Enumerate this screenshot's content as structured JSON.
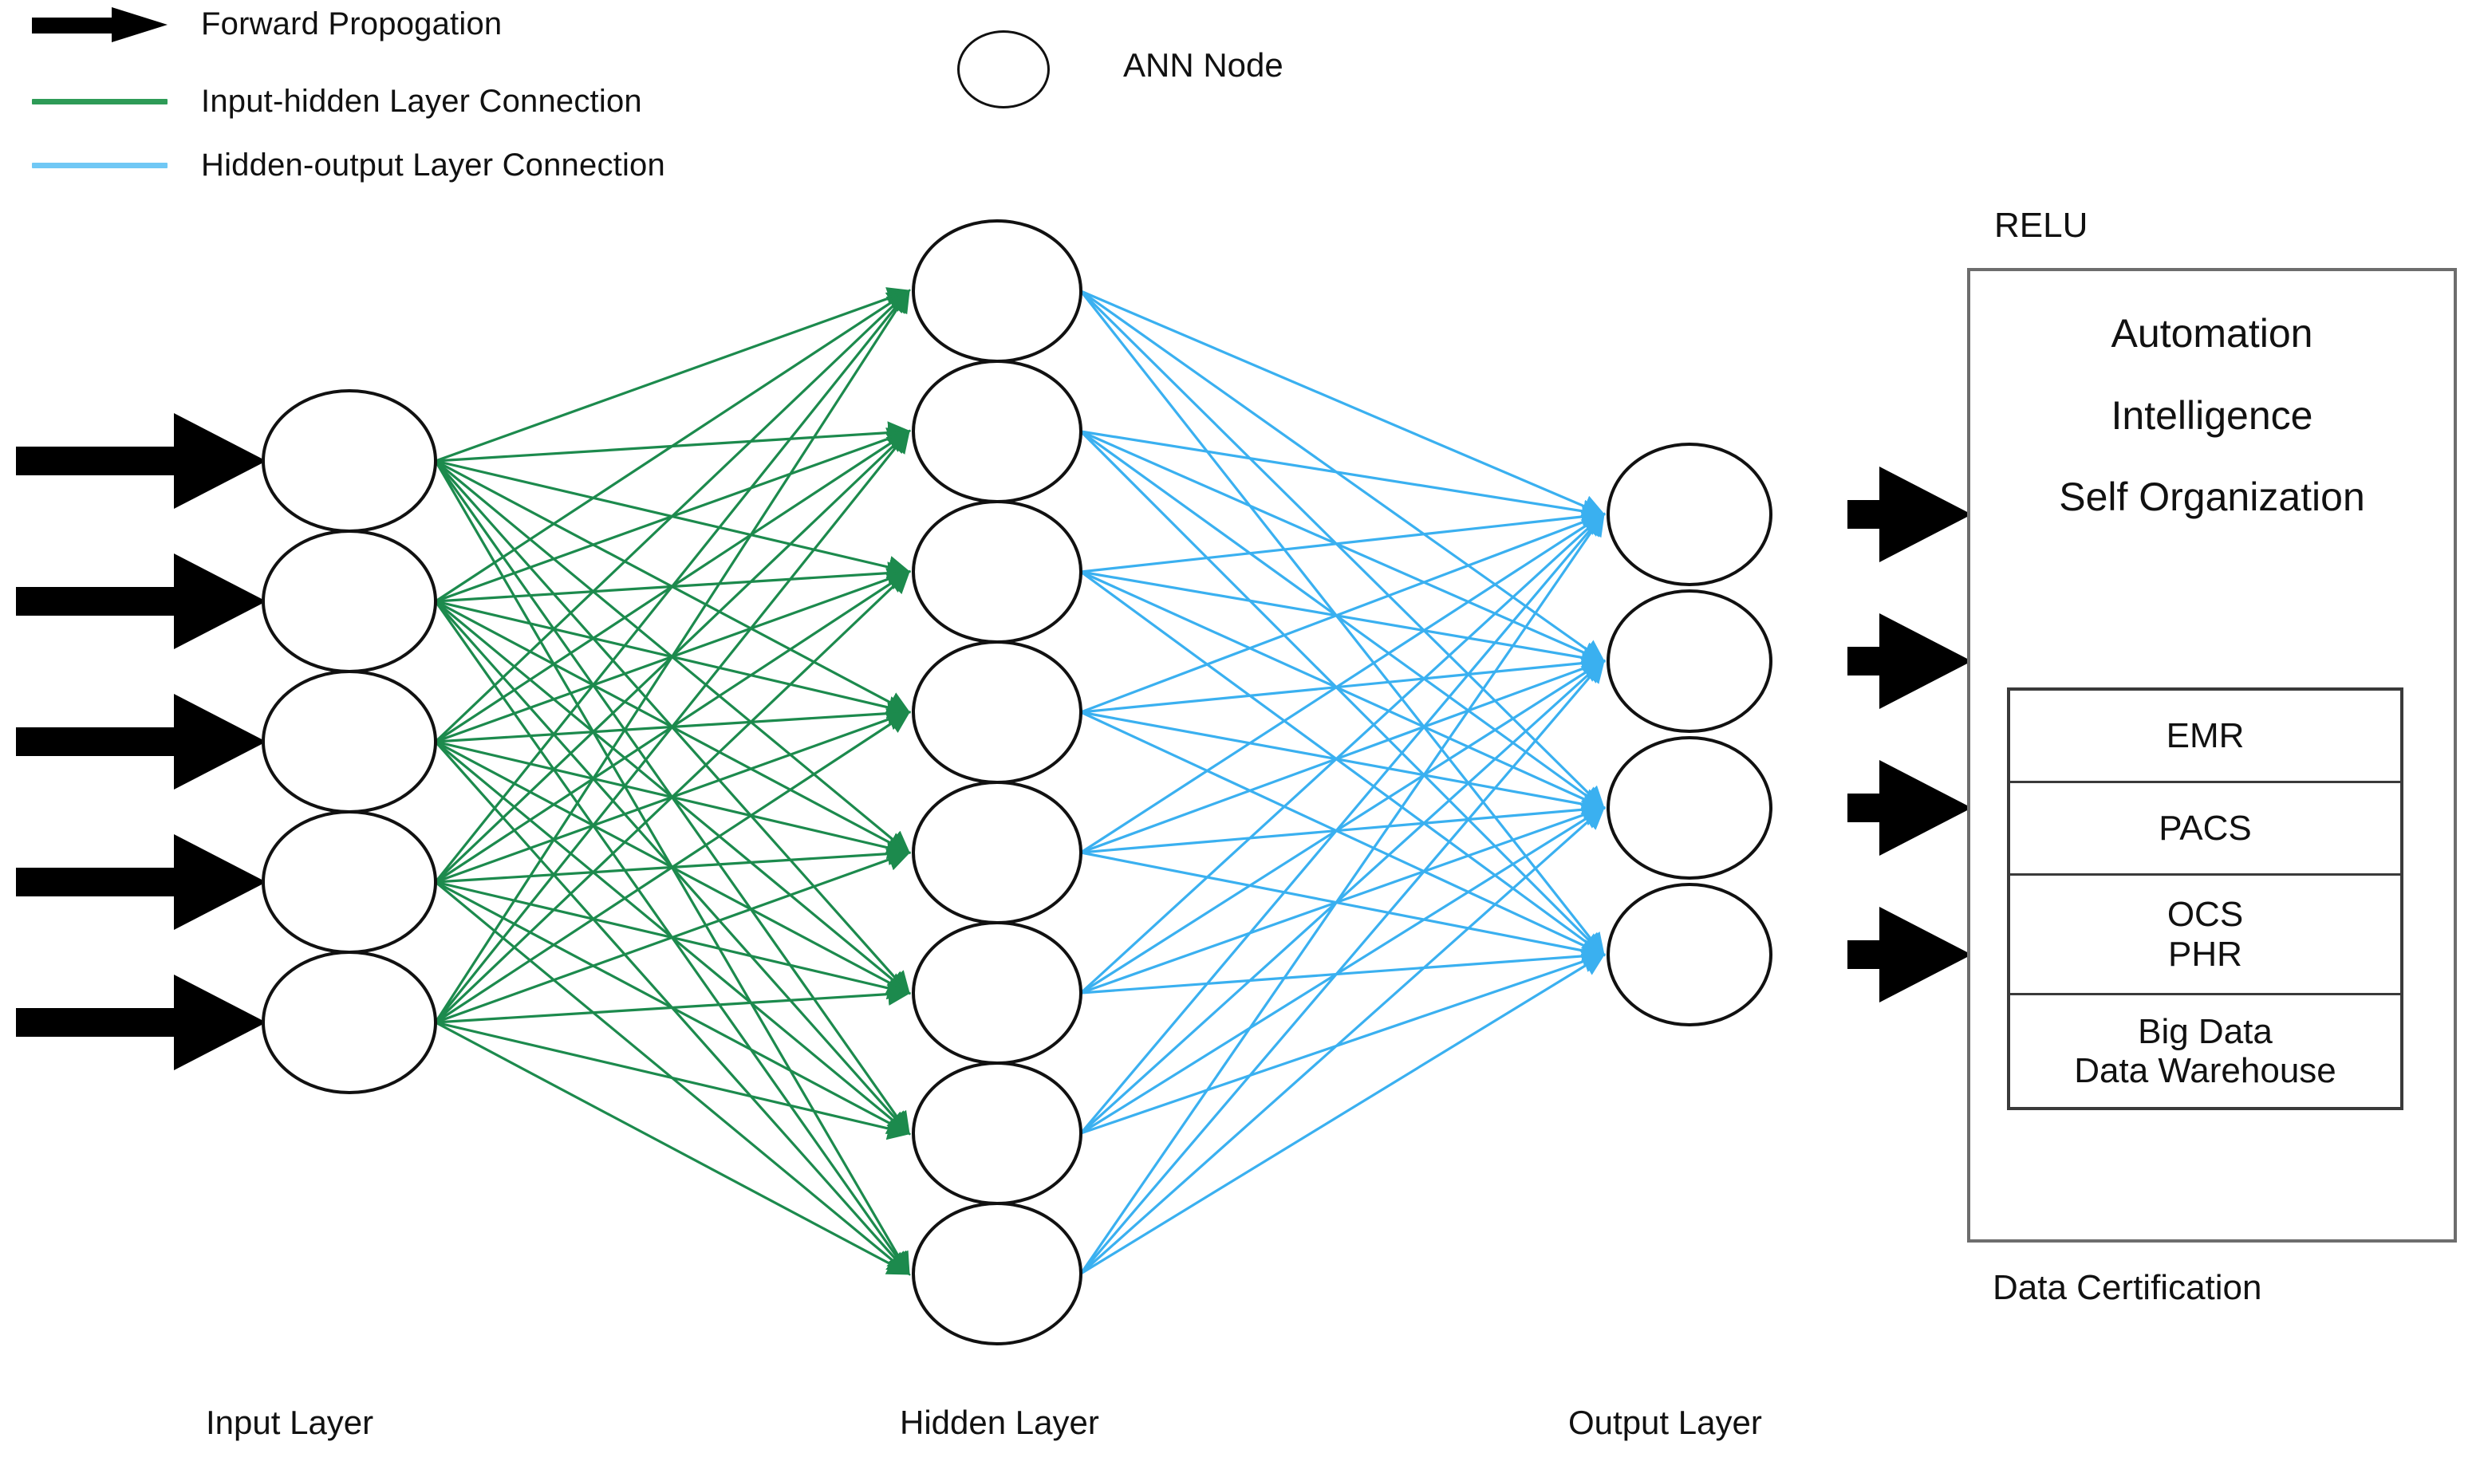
{
  "legend": {
    "items": [
      {
        "label": "Forward Propogation",
        "style": "arrow",
        "color": "#000000"
      },
      {
        "label": "Input-hidden Layer Connection",
        "style": "line",
        "color": "#2E9B57"
      },
      {
        "label": "Hidden-output Layer Connection",
        "style": "line",
        "color": "#70C8F5"
      }
    ],
    "node_legend_label": "ANN Node"
  },
  "network": {
    "layers": [
      {
        "name": "Input Layer",
        "node_count": 5,
        "caption": "Input Layer"
      },
      {
        "name": "Hidden Layer",
        "node_count": 8,
        "caption": "Hidden Layer"
      },
      {
        "name": "Output Layer",
        "node_count": 4,
        "caption": "Output Layer"
      }
    ],
    "input_arrow_count": 5,
    "output_arrow_count": 4,
    "connection_colors": {
      "input_hidden": "#1C8A4D",
      "hidden_output": "#3AB0F0",
      "node_stroke": "#111111",
      "arrow": "#000000"
    }
  },
  "relu_panel": {
    "title": "RELU",
    "items": [
      "Automation",
      "Intelligence",
      "Self Organization"
    ],
    "table_rows": [
      {
        "lines": [
          "EMR"
        ]
      },
      {
        "lines": [
          "PACS"
        ]
      },
      {
        "lines": [
          "OCS",
          "PHR"
        ]
      },
      {
        "lines": [
          "Big Data",
          "Data Warehouse"
        ]
      }
    ],
    "caption": "Data Certification",
    "border_color": "#6d6d6d"
  }
}
